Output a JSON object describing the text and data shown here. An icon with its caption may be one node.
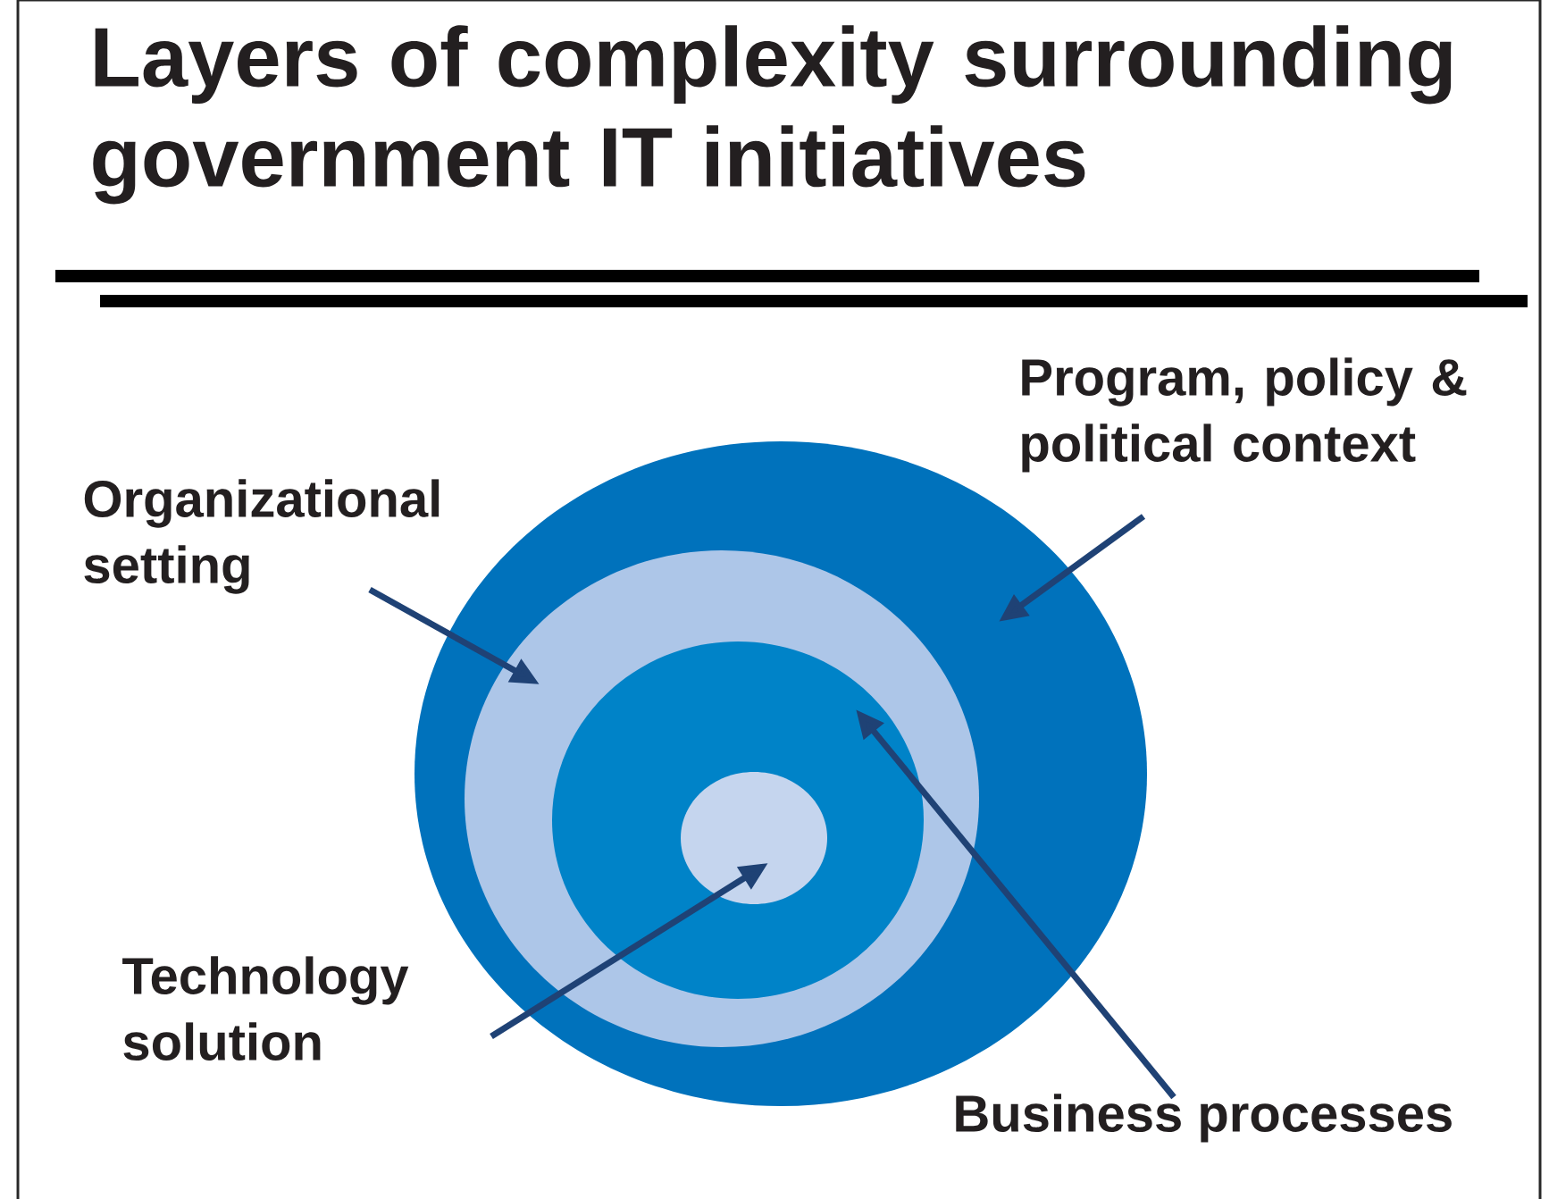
{
  "diagram": {
    "title": "Layers of complexity surrounding government IT initiatives",
    "nodes": [
      {
        "text": [
          "Program, policy & political context"
        ]
      },
      {
        "text": [
          "Organizational setting"
        ]
      },
      {
        "text": [
          "Technology solution"
        ]
      },
      {
        "text": [
          "Business processes"
        ]
      },
      {
        "text": [],
        "shape": "circle"
      },
      {
        "text": [],
        "shape": "circle",
        "in": 4
      },
      {
        "text": [],
        "shape": "circle",
        "in": 5
      },
      {
        "text": [],
        "shape": "circle",
        "in": 6
      }
    ],
    "edges": [
      {
        "from": 0,
        "to": 4,
        "arrow": "to"
      },
      {
        "from": 1,
        "to": 5,
        "arrow": "to"
      },
      {
        "from": 2,
        "to": 7,
        "arrow": "to"
      },
      {
        "from": 3,
        "to": 6,
        "arrow": "to"
      }
    ]
  }
}
